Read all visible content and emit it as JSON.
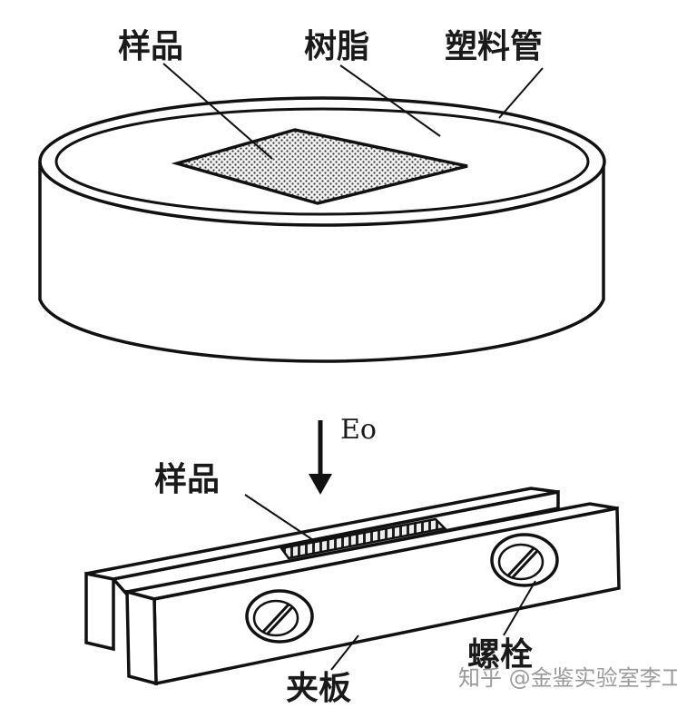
{
  "labels": {
    "sample_top": "样品",
    "resin": "树脂",
    "plastic_tube": "塑料管",
    "direction": "Eo",
    "sample_bottom": "样品",
    "bolt": "螺栓",
    "clamp_plate": "夹板"
  },
  "watermark": "知乎 @金鉴实验室李工",
  "colors": {
    "ink": "#111111",
    "sample_fill": "#d9d9d9",
    "watermark": "#9a9a9a"
  }
}
